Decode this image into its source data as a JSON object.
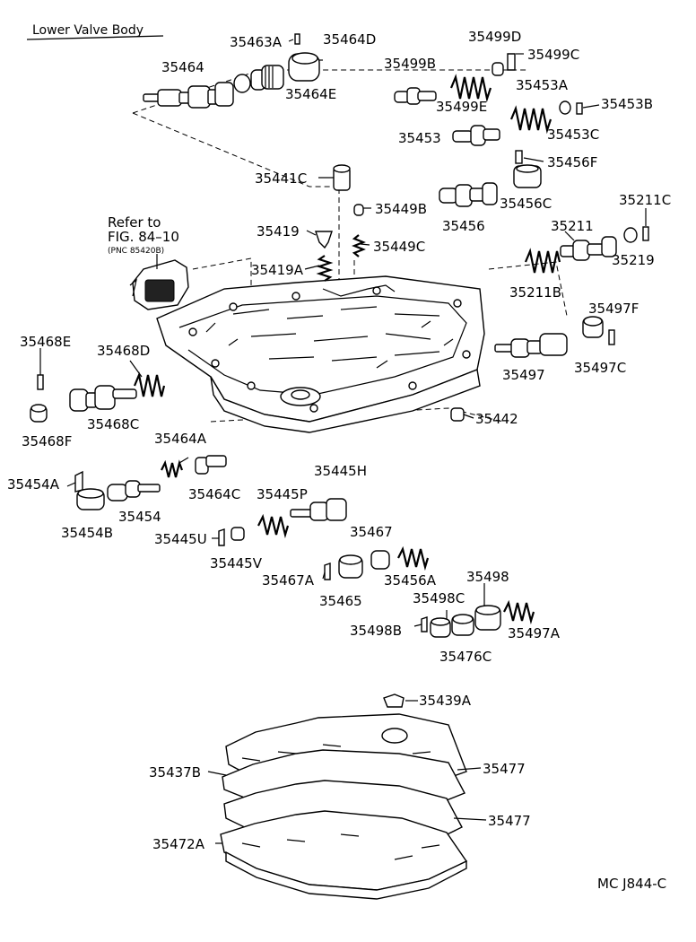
{
  "title": "Lower Valve Body",
  "reference": {
    "line1": "Refer to",
    "line2": "FIG. 84–10",
    "line3": "(PNC 85420B)"
  },
  "footer_code": "MC J844-C",
  "parts": {
    "p35464": "35464",
    "p35463A": "35463A",
    "p35464D": "35464D",
    "p35464E": "35464E",
    "p35499D": "35499D",
    "p35499B": "35499B",
    "p35499C": "35499C",
    "p35499E": "35499E",
    "p35453A": "35453A",
    "p35453B": "35453B",
    "p35453": "35453",
    "p35453C": "35453C",
    "p35456F": "35456F",
    "p35441C": "35441C",
    "p35449B": "35449B",
    "p35456C": "35456C",
    "p35456": "35456",
    "p35211C": "35211C",
    "p35211": "35211",
    "p35419": "35419",
    "p35449C": "35449C",
    "p35219": "35219",
    "p35419A": "35419A",
    "p35211B": "35211B",
    "p35497F": "35497F",
    "p35468E": "35468E",
    "p35468D": "35468D",
    "p35497": "35497",
    "p35497C": "35497C",
    "p35442": "35442",
    "p35468C": "35468C",
    "p35468F": "35468F",
    "p35464A": "35464A",
    "p35445H": "35445H",
    "p35454A": "35454A",
    "p35464C": "35464C",
    "p35445P": "35445P",
    "p35454": "35454",
    "p35454B": "35454B",
    "p35445U": "35445U",
    "p35467": "35467",
    "p35445V": "35445V",
    "p35456A": "35456A",
    "p35498": "35498",
    "p35467A": "35467A",
    "p35465": "35465",
    "p35498C": "35498C",
    "p35498B": "35498B",
    "p35497A": "35497A",
    "p35476C": "35476C",
    "p35439A": "35439A",
    "p35477a": "35477",
    "p35437B": "35437B",
    "p35477b": "35477",
    "p35472A": "35472A"
  }
}
